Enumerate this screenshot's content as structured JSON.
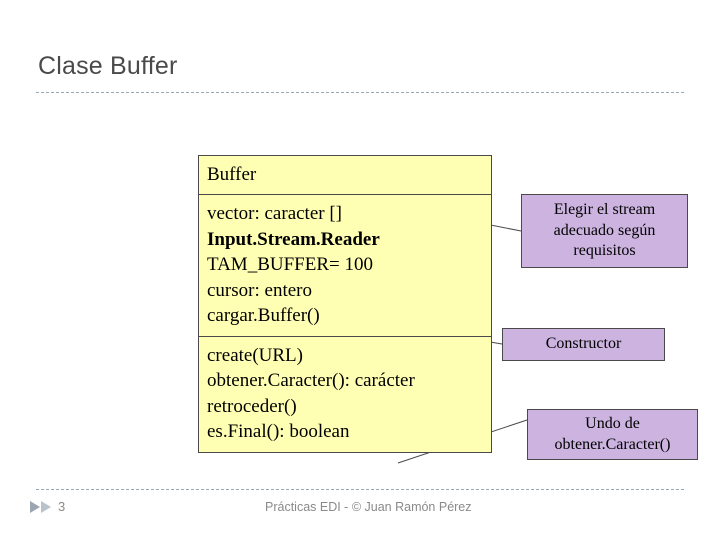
{
  "slide": {
    "title": "Clase Buffer",
    "number": "3",
    "footer_text": "Prácticas EDI - © Juan Ramón Pérez"
  },
  "uml_class": {
    "name": "Buffer",
    "attributes": [
      {
        "text": "vector: caracter []",
        "bold": false
      },
      {
        "text": "Input.Stream.Reader",
        "bold": true
      },
      {
        "text": "TAM_BUFFER= 100",
        "bold": false
      },
      {
        "text": "cursor: entero",
        "bold": false
      },
      {
        "text": "cargar.Buffer()",
        "bold": false
      }
    ],
    "operations": [
      {
        "text": "create(URL)",
        "bold": false
      },
      {
        "text": "obtener.Caracter(): carácter",
        "bold": false
      },
      {
        "text": "retroceder()",
        "bold": false
      },
      {
        "text": "es.Final(): boolean",
        "bold": false
      }
    ]
  },
  "callouts": [
    {
      "id": "stream",
      "text": "Elegir el stream adecuado según requisitos"
    },
    {
      "id": "constructor",
      "text": "Constructor"
    },
    {
      "id": "undo",
      "text": "Undo de obtener.Caracter()"
    }
  ],
  "colors": {
    "class_fill": "#ffffb3",
    "callout_fill": "#ccb3e0",
    "outline": "#4a4a4a",
    "title_text": "#4a4a4a",
    "footer_text": "#8a8a8a",
    "rule": "#9aa6b2"
  }
}
